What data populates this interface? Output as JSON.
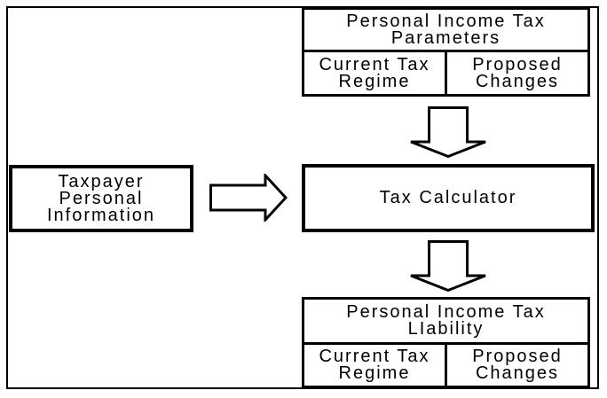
{
  "diagram": {
    "title": "Personal income tax model flowchart",
    "colors": {
      "background": "#ffffff",
      "line": "#000000",
      "text": "#000000"
    },
    "top_box": {
      "title": "Personal Income Tax Parameters",
      "header_lines": [
        "Personal Income Tax",
        "Parameters"
      ],
      "cells": [
        {
          "label": "Current Tax Regime",
          "lines": [
            "Current Tax",
            "Regime"
          ]
        },
        {
          "label": "Proposed Changes",
          "lines": [
            "Proposed",
            "Changes"
          ]
        }
      ]
    },
    "center_box": {
      "label": "Tax Calculator"
    },
    "left_box": {
      "label": "Taxpayer Personal Information",
      "lines": [
        "Taxpayer",
        "Personal",
        "Information"
      ]
    },
    "bottom_box": {
      "title": "Personal Income Tax LIability",
      "header_lines": [
        "Personal Income Tax",
        "LIability"
      ],
      "cells": [
        {
          "label": "Current Tax Regime",
          "lines": [
            "Current Tax",
            "Regime"
          ]
        },
        {
          "label": "Proposed Changes",
          "lines": [
            "Proposed",
            "Changes"
          ]
        }
      ]
    },
    "arrows": {
      "top_to_calculator": "down-arrow",
      "calculator_to_liability": "down-arrow",
      "taxpayer_to_calculator": "right-arrow"
    }
  }
}
